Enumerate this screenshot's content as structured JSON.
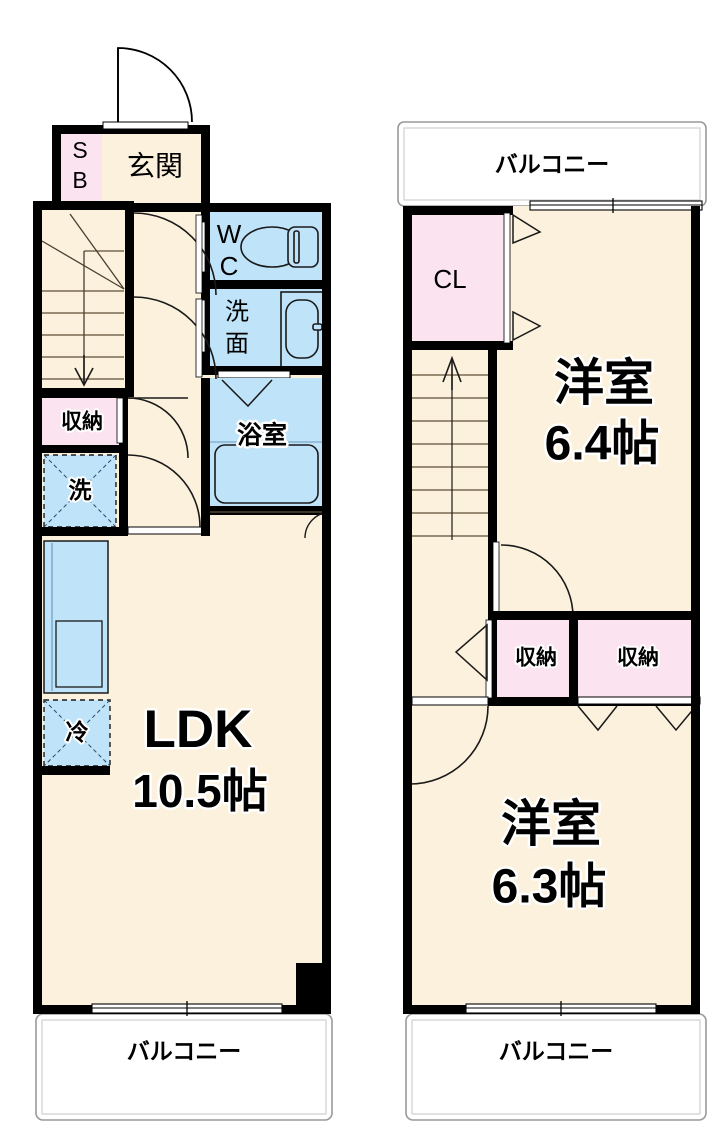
{
  "document": {
    "type": "floor-plan",
    "title": "",
    "unit_layout": "2LDK maisonette",
    "floors": [
      {
        "id": "first-floor",
        "position": "left",
        "rooms": [
          {
            "key": "sb",
            "label": "S\nB",
            "label_lines": [
              "S",
              "B"
            ],
            "name": "shoe-box",
            "fill": "pink"
          },
          {
            "key": "genkan",
            "label": "玄関",
            "name": "entrance",
            "fill": "cream"
          },
          {
            "key": "stairs1",
            "label": "",
            "name": "staircase-down",
            "fill": "cream"
          },
          {
            "key": "wc",
            "label": "W\nC",
            "label_lines": [
              "W",
              "C"
            ],
            "name": "toilet",
            "fill": "blue"
          },
          {
            "key": "senmen",
            "label": "洗\n面",
            "label_lines": [
              "洗",
              "面"
            ],
            "name": "washroom",
            "fill": "blue"
          },
          {
            "key": "yokushitsu",
            "label": "浴室",
            "name": "bathroom",
            "fill": "blue"
          },
          {
            "key": "shuno1",
            "label": "収納",
            "name": "closet",
            "fill": "pink"
          },
          {
            "key": "sen",
            "label": "洗",
            "name": "washer-space",
            "fill": "blue"
          },
          {
            "key": "rei",
            "label": "冷",
            "name": "refrigerator-space",
            "fill": "blue"
          },
          {
            "key": "ldk",
            "label": "LDK",
            "area": "10.5帖",
            "name": "living-dining-kitchen",
            "fill": "cream"
          },
          {
            "key": "balcony1",
            "label": "バルコニー",
            "name": "balcony",
            "fill": "white"
          }
        ]
      },
      {
        "id": "second-floor",
        "position": "right",
        "rooms": [
          {
            "key": "balcony2",
            "label": "バルコニー",
            "name": "balcony",
            "fill": "white"
          },
          {
            "key": "cl",
            "label": "CL",
            "name": "closet",
            "fill": "pink"
          },
          {
            "key": "stairs2",
            "label": "",
            "name": "staircase-up",
            "fill": "cream"
          },
          {
            "key": "washitsu1",
            "label": "洋室",
            "area": "6.4帖",
            "name": "western-room-upper",
            "fill": "cream"
          },
          {
            "key": "shuno2",
            "label": "収納",
            "name": "closet",
            "fill": "pink"
          },
          {
            "key": "shuno3",
            "label": "収納",
            "name": "closet",
            "fill": "pink"
          },
          {
            "key": "washitsu2",
            "label": "洋室",
            "area": "6.3帖",
            "name": "western-room-lower",
            "fill": "cream"
          },
          {
            "key": "balcony3",
            "label": "バルコニー",
            "name": "balcony",
            "fill": "white"
          }
        ]
      }
    ],
    "colors": {
      "wall": "#000000",
      "floor_cream": "#fcf1dc",
      "water_blue": "#bfe3f8",
      "closet_pink": "#fbe3ef",
      "balcony_white": "#ffffff",
      "line": "#7a6a52",
      "fixture_outline": "#1a1a1a"
    },
    "labels": {
      "ldk_name": "LDK",
      "ldk_area": "10.5帖",
      "room_upper_name": "洋室",
      "room_upper_area": "6.4帖",
      "room_lower_name": "洋室",
      "room_lower_area": "6.3帖",
      "entrance": "玄関",
      "shoe_box_line1": "S",
      "shoe_box_line2": "B",
      "wc_line1": "W",
      "wc_line2": "C",
      "washroom_line1": "洗",
      "washroom_line2": "面",
      "bathroom": "浴室",
      "closet_1f": "収納",
      "closet_2f_left": "収納",
      "closet_2f_right": "収納",
      "cl": "CL",
      "washer": "洗",
      "fridge": "冷",
      "balcony_1f": "バルコニー",
      "balcony_2f_top": "バルコニー",
      "balcony_2f_bottom": "バルコニー"
    }
  }
}
